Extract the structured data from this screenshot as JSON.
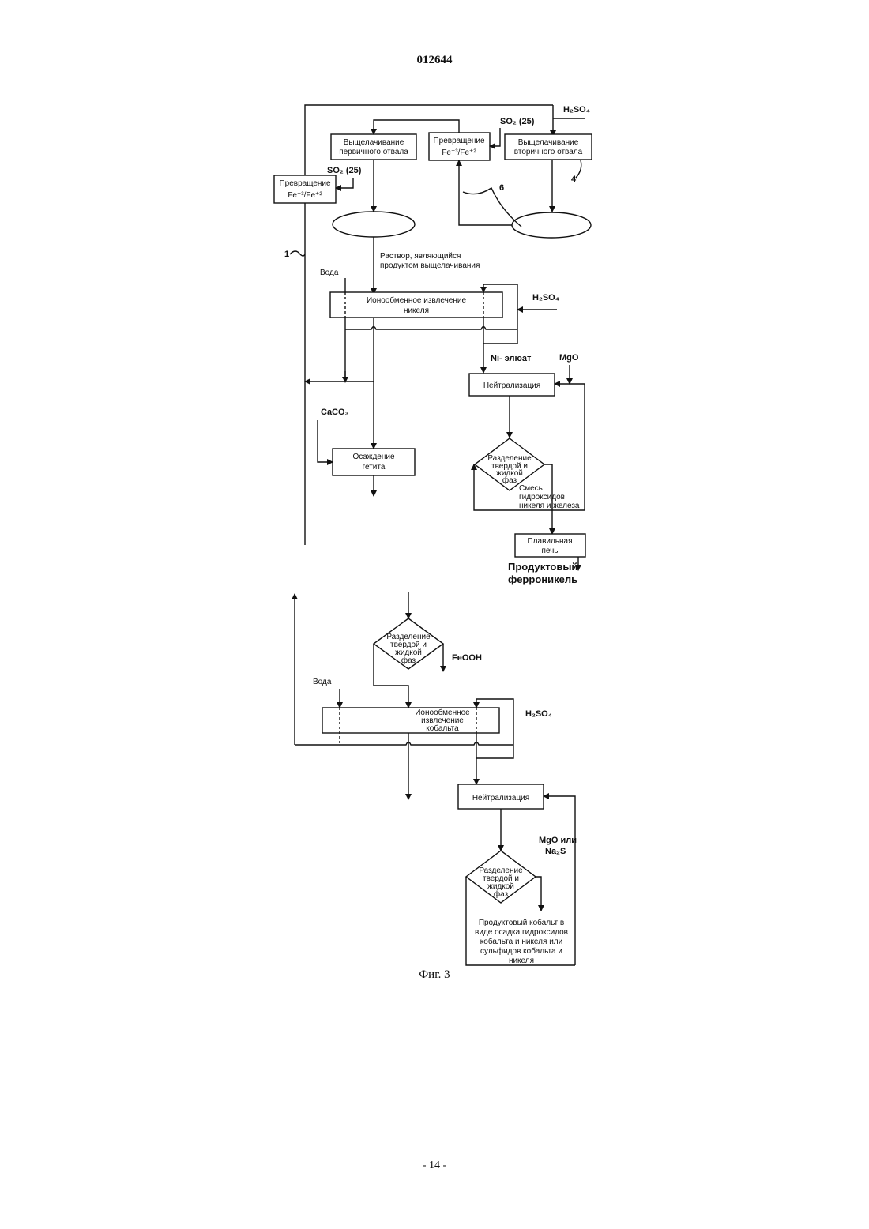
{
  "document": {
    "number": "012644",
    "figure_caption": "Фиг. 3",
    "page_footer": "- 14 -"
  },
  "diagram": {
    "leach_primary": [
      "Выщелачивание",
      "первичного отвала"
    ],
    "convert_top": [
      "Превращение",
      "Fe⁺³/Fe⁺²"
    ],
    "leach_secondary": [
      "Выщелачивание",
      "вторичного отвала"
    ],
    "convert_left": [
      "Превращение",
      "Fe⁺³/Fe⁺²"
    ],
    "so2_top": "SO₂ (25)",
    "so2_left": "SO₂ (25)",
    "h2so4_top": "H₂SO₄",
    "ref_4": "4",
    "ref_6": "6",
    "ref_1": "1",
    "leach_solution": [
      "Раствор, являющийся",
      "продуктом выщелачивания"
    ],
    "water_1": "Вода",
    "ion_exchange_nickel": [
      "Ионообменное извлечение",
      "никеля"
    ],
    "h2so4_nickel": "H₂SO₄",
    "ni_eluate": "Ni- элюат",
    "mgo_1": "MgO",
    "neutralization_1": "Нейтрализация",
    "caco3": "CaCO₃",
    "goethite_precipitation": [
      "Осаждение",
      "гетита"
    ],
    "separation_1": [
      "Разделение",
      "твердой и",
      "жидкой",
      "фаз"
    ],
    "hydroxide_mix": [
      "Смесь",
      "гидроксидов",
      "никеля и железа"
    ],
    "furnace": [
      "Плавильная",
      "печь"
    ],
    "product_ferronickel": [
      "Продуктовый",
      "ферроникель"
    ],
    "separation_2": [
      "Разделение",
      "твердой и",
      "жидкой",
      "фаз"
    ],
    "feooh": "FeOOH",
    "water_2": "Вода",
    "ion_exchange_cobalt": [
      "Ионообменное",
      "извлечение",
      "кобальта"
    ],
    "h2so4_cobalt": "H₂SO₄",
    "neutralization_2": "Нейтрализация",
    "mgo_or_na2s": [
      "MgO или",
      "Na₂S"
    ],
    "separation_3": [
      "Разделение",
      "твердой и",
      "жидкой",
      "фаз"
    ],
    "cobalt_product": [
      "Продуктовый кобальт в",
      "виде осадка гидроксидов",
      "кобальта и никеля или",
      "сульфидов кобальта и",
      "никеля"
    ]
  }
}
